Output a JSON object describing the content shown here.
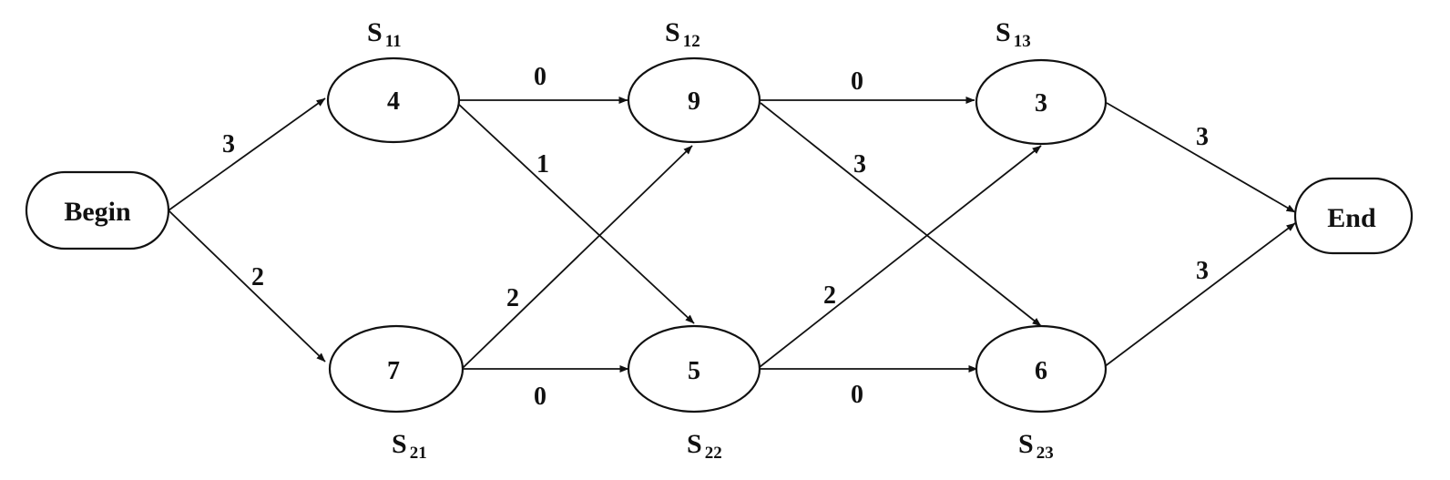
{
  "terminals": {
    "begin": "Begin",
    "end": "End"
  },
  "nodes": {
    "s11": {
      "value": "4",
      "label_main": "S",
      "label_sub": "11"
    },
    "s12": {
      "value": "9",
      "label_main": "S",
      "label_sub": "12"
    },
    "s13": {
      "value": "3",
      "label_main": "S",
      "label_sub": "13"
    },
    "s21": {
      "value": "7",
      "label_main": "S",
      "label_sub": "21"
    },
    "s22": {
      "value": "5",
      "label_main": "S",
      "label_sub": "22"
    },
    "s23": {
      "value": "6",
      "label_main": "S",
      "label_sub": "23"
    }
  },
  "edges": [
    {
      "from": "begin",
      "to": "s11",
      "weight": "3"
    },
    {
      "from": "begin",
      "to": "s21",
      "weight": "2"
    },
    {
      "from": "s11",
      "to": "s12",
      "weight": "0"
    },
    {
      "from": "s11",
      "to": "s22",
      "weight": "1"
    },
    {
      "from": "s21",
      "to": "s12",
      "weight": "2"
    },
    {
      "from": "s21",
      "to": "s22",
      "weight": "0"
    },
    {
      "from": "s12",
      "to": "s13",
      "weight": "0"
    },
    {
      "from": "s12",
      "to": "s23",
      "weight": "3"
    },
    {
      "from": "s22",
      "to": "s13",
      "weight": "2"
    },
    {
      "from": "s22",
      "to": "s23",
      "weight": "0"
    },
    {
      "from": "s13",
      "to": "end",
      "weight": "3"
    },
    {
      "from": "s23",
      "to": "end",
      "weight": "3"
    }
  ]
}
